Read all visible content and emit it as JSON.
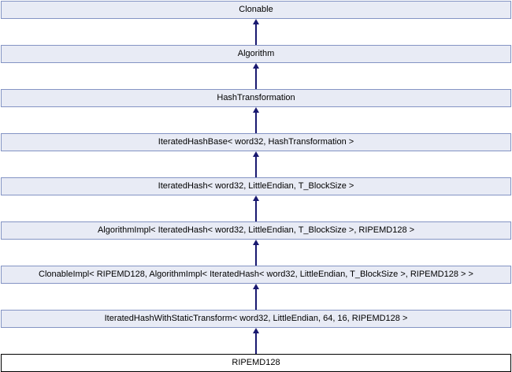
{
  "diagram": {
    "type": "class-inheritance-chain",
    "orientation": "arrows point upward from derived class to base class",
    "colors": {
      "background": "#ffffff",
      "node_fill": "#e8ebf5",
      "node_border": "#8494c4",
      "current_node_fill": "#ffffff",
      "current_node_border": "#000000",
      "arrow": "#191970",
      "text": "#000000"
    },
    "nodes": [
      {
        "label": "Clonable",
        "current": false
      },
      {
        "label": "Algorithm",
        "current": false
      },
      {
        "label": "HashTransformation",
        "current": false
      },
      {
        "label": "IteratedHashBase< word32, HashTransformation >",
        "current": false
      },
      {
        "label": "IteratedHash< word32, LittleEndian, T_BlockSize >",
        "current": false
      },
      {
        "label": "AlgorithmImpl< IteratedHash< word32, LittleEndian, T_BlockSize >, RIPEMD128 >",
        "current": false
      },
      {
        "label": "ClonableImpl< RIPEMD128, AlgorithmImpl< IteratedHash< word32, LittleEndian, T_BlockSize >, RIPEMD128 > >",
        "current": false
      },
      {
        "label": "IteratedHashWithStaticTransform< word32, LittleEndian, 64, 16, RIPEMD128 >",
        "current": false
      },
      {
        "label": "RIPEMD128",
        "current": true
      }
    ]
  }
}
